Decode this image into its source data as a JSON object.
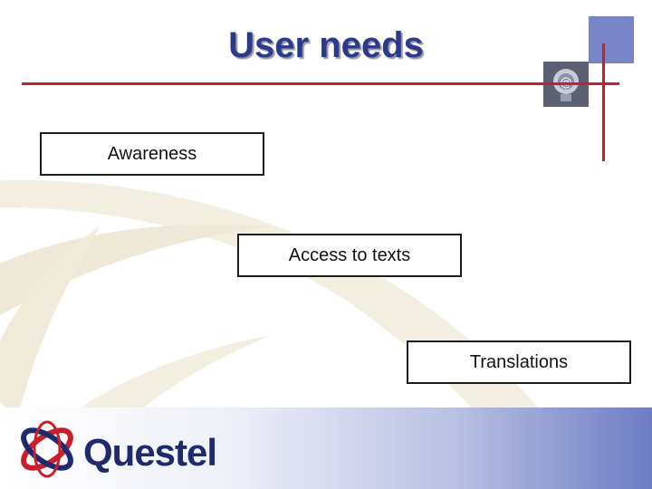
{
  "slide": {
    "title": "User needs",
    "items": [
      {
        "label": "Awareness"
      },
      {
        "label": "Access to texts"
      },
      {
        "label": "Translations"
      }
    ]
  },
  "branding": {
    "logo_text": "Questel"
  },
  "colors": {
    "title": "#2b3a8c",
    "accent_red": "#c8202a",
    "brand_blue": "#1f2a6e",
    "corner_block": "#7886c8",
    "box_border": "#1e1e1e"
  },
  "icons": [
    "globe-swoosh-icon",
    "questel-logo-icon",
    "email-bulb-thumbnail-icon"
  ]
}
